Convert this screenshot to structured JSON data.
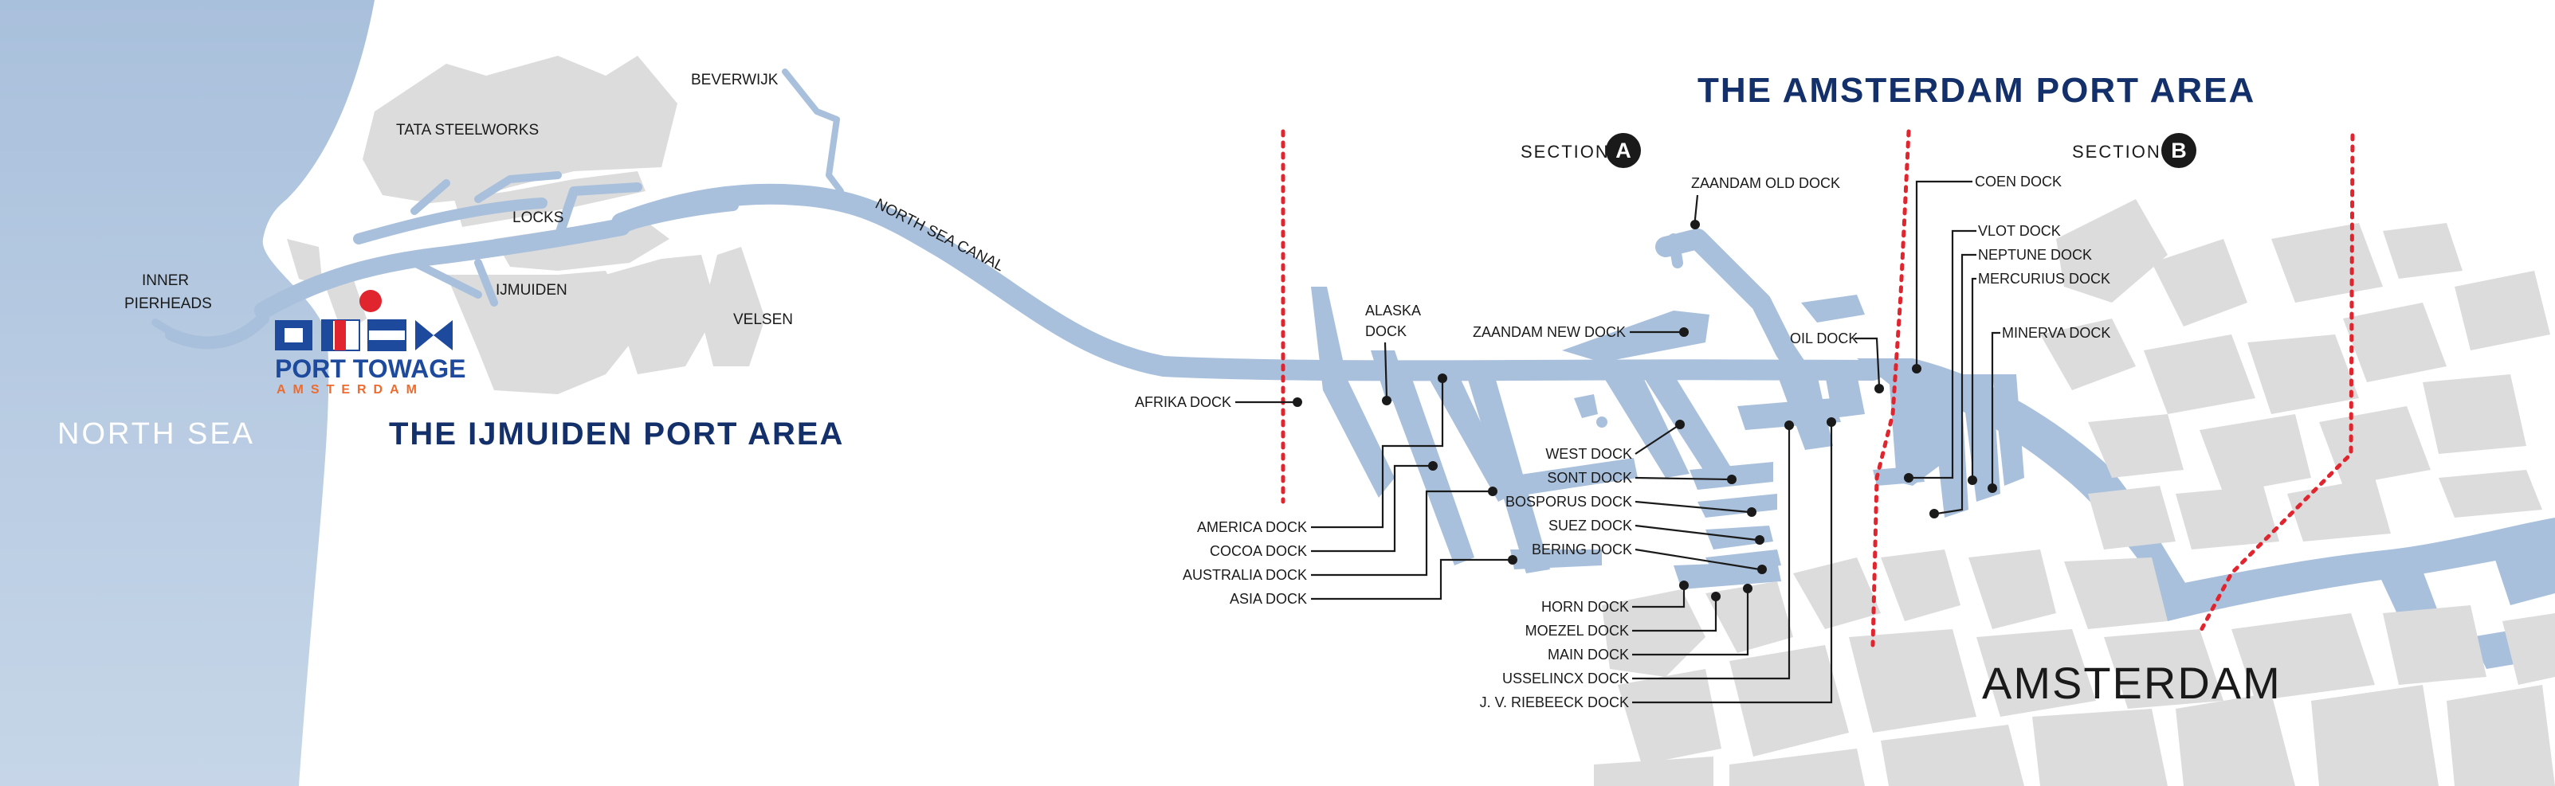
{
  "titles": {
    "amsterdam_area": "THE AMSTERDAM PORT AREA",
    "ijmuiden_area": "THE IJMUIDEN PORT AREA"
  },
  "sections": [
    {
      "word": "SECTION",
      "letter": "A"
    },
    {
      "word": "SECTION",
      "letter": "B"
    }
  ],
  "places": {
    "north_sea": "NORTH SEA",
    "amsterdam": "AMSTERDAM",
    "beverwijk": "BEVERWIJK",
    "tata": "TATA STEELWORKS",
    "locks": "LOCKS",
    "ijmuiden": "IJMUIDEN",
    "velsen": "VELSEN",
    "inner_line1": "INNER",
    "inner_line2": "PIERHEADS",
    "canal": "NORTH SEA CANAL"
  },
  "logo": {
    "name": "PORT TOWAGE",
    "city": "AMSTERDAM",
    "colors": {
      "navy": "#1d4a9c",
      "red": "#e1252f",
      "orange": "#ef6a2d"
    }
  },
  "docks": {
    "afrika": "AFRIKA DOCK",
    "alaska_1": "ALASKA",
    "alaska_2": "DOCK",
    "zaandam_new": "ZAANDAM NEW DOCK",
    "zaandam_old": "ZAANDAM OLD DOCK",
    "oil": "OIL DOCK",
    "coen": "COEN DOCK",
    "vlot": "VLOT DOCK",
    "neptune": "NEPTUNE DOCK",
    "mercurius": "MERCURIUS DOCK",
    "minerva": "MINERVA DOCK",
    "america": "AMERICA DOCK",
    "cocoa": "COCOA DOCK",
    "australia": "AUSTRALIA DOCK",
    "asia": "ASIA DOCK",
    "west": "WEST DOCK",
    "sont": "SONT DOCK",
    "bosporus": "BOSPORUS DOCK",
    "suez": "SUEZ DOCK",
    "bering": "BERING DOCK",
    "horn": "HORN DOCK",
    "moezel": "MOEZEL DOCK",
    "main": "MAIN DOCK",
    "usselincx": "USSELINCX DOCK",
    "riebeeck": "J. V. RIEBEECK DOCK"
  },
  "colors": {
    "water": "#a9c0dc",
    "land": "#dcdcdc",
    "title": "#13306a",
    "section_line": "#e1252f"
  }
}
